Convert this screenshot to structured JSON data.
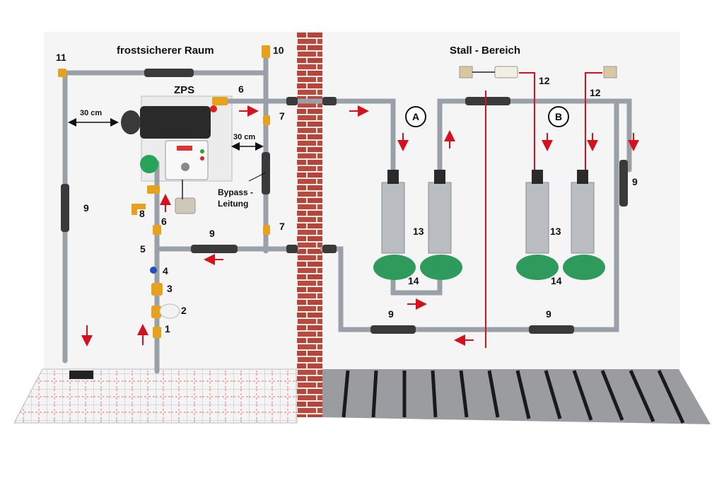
{
  "colors": {
    "pipe": "#9aa0a8",
    "insulation": "#3b3b3b",
    "arrow": "#d6111e",
    "brick": "#b8473c",
    "trough": "#2e9b5c",
    "heater": "#2a2a2a",
    "valve": "#e6a21c",
    "floor_grid": "#c43a3a",
    "slats": "#8d8f92"
  },
  "icons": [
    "arrow-icon",
    "valve-icon",
    "pump-icon",
    "drain-icon",
    "socket-icon"
  ],
  "labels": {
    "frost_room": "frostsicherer Raum",
    "stable_area": "Stall -  Bereich",
    "zps": "ZPS",
    "distance_left": "30 cm",
    "distance_right": "30 cm",
    "bypass": "Bypass -",
    "bypass_line": "Leitung",
    "circuit_a": "A",
    "circuit_b": "B",
    "n1": "1",
    "n2": "2",
    "n3": "3",
    "n4": "4",
    "n5": "5",
    "n6_top": "6",
    "n6_mid": "6",
    "n7_top": "7",
    "n7_bot": "7",
    "n8": "8",
    "n9_left": "9",
    "n9_bypass": "9",
    "n9_right": "9",
    "n9_bottom_a": "9",
    "n9_bottom_b": "9",
    "n10": "10",
    "n11": "11",
    "n12_a": "12",
    "n12_b": "12",
    "n13_a": "13",
    "n13_b": "13",
    "n14_a": "14",
    "n14_b": "14"
  }
}
